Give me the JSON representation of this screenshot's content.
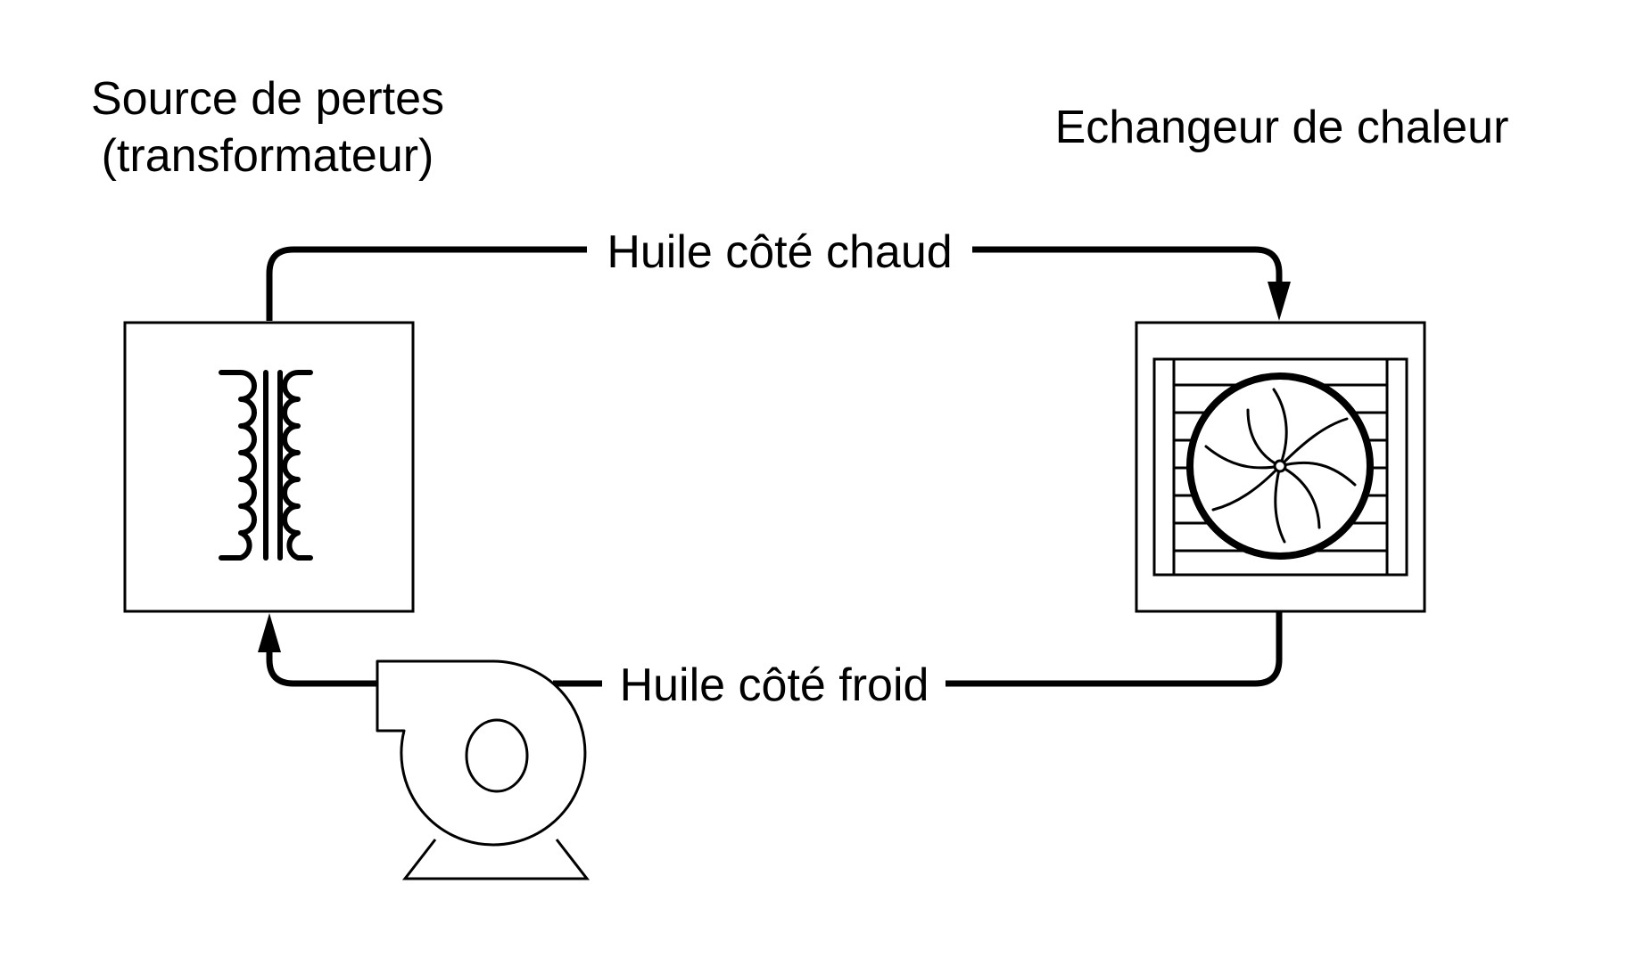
{
  "labels": {
    "source_line1": "Source de pertes",
    "source_line2": "(transformateur)",
    "exchanger": "Echangeur de chaleur",
    "hot_oil": "Huile côté chaud",
    "cold_oil": "Huile côté froid"
  },
  "icons": {
    "transformer": "transformer-coil-icon",
    "heat_exchanger": "radiator-fan-icon",
    "pump": "centrifugal-pump-icon"
  },
  "colors": {
    "line": "#000000",
    "background": "#ffffff"
  }
}
